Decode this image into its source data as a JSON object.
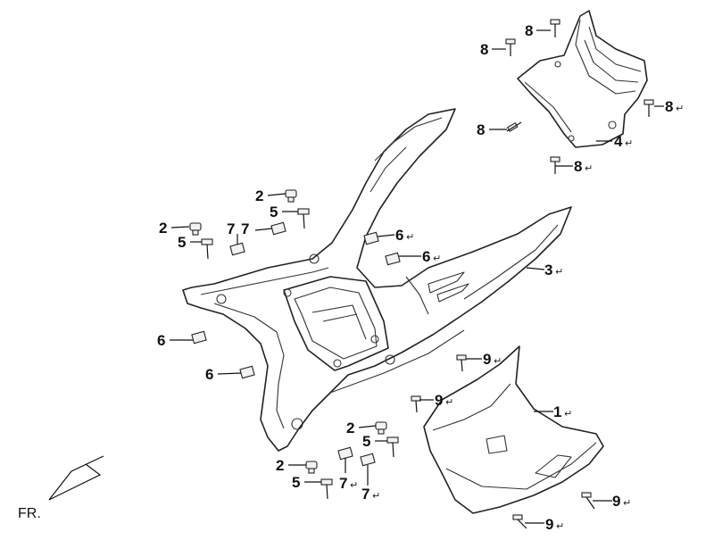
{
  "diagram": {
    "direction_label": "FR.",
    "return_mark": "↵",
    "callouts": [
      {
        "id": "c1",
        "label": "1"
      },
      {
        "id": "c2a",
        "label": "2"
      },
      {
        "id": "c2b",
        "label": "2"
      },
      {
        "id": "c2c",
        "label": "2"
      },
      {
        "id": "c2d",
        "label": "2"
      },
      {
        "id": "c3",
        "label": "3"
      },
      {
        "id": "c4",
        "label": "4"
      },
      {
        "id": "c5a",
        "label": "5"
      },
      {
        "id": "c5b",
        "label": "5"
      },
      {
        "id": "c5c",
        "label": "5"
      },
      {
        "id": "c5d",
        "label": "5"
      },
      {
        "id": "c6a",
        "label": "6"
      },
      {
        "id": "c6b",
        "label": "6"
      },
      {
        "id": "c6c",
        "label": "6"
      },
      {
        "id": "c6d",
        "label": "6"
      },
      {
        "id": "c7a",
        "label": "7"
      },
      {
        "id": "c7b",
        "label": "7"
      },
      {
        "id": "c7c",
        "label": "7"
      },
      {
        "id": "c7d",
        "label": "7"
      },
      {
        "id": "c8a",
        "label": "8"
      },
      {
        "id": "c8b",
        "label": "8"
      },
      {
        "id": "c8c",
        "label": "8"
      },
      {
        "id": "c8d",
        "label": "8"
      },
      {
        "id": "c8e",
        "label": "8"
      },
      {
        "id": "c9a",
        "label": "9"
      },
      {
        "id": "c9b",
        "label": "9"
      },
      {
        "id": "c9c",
        "label": "9"
      },
      {
        "id": "c9d",
        "label": "9"
      }
    ]
  }
}
